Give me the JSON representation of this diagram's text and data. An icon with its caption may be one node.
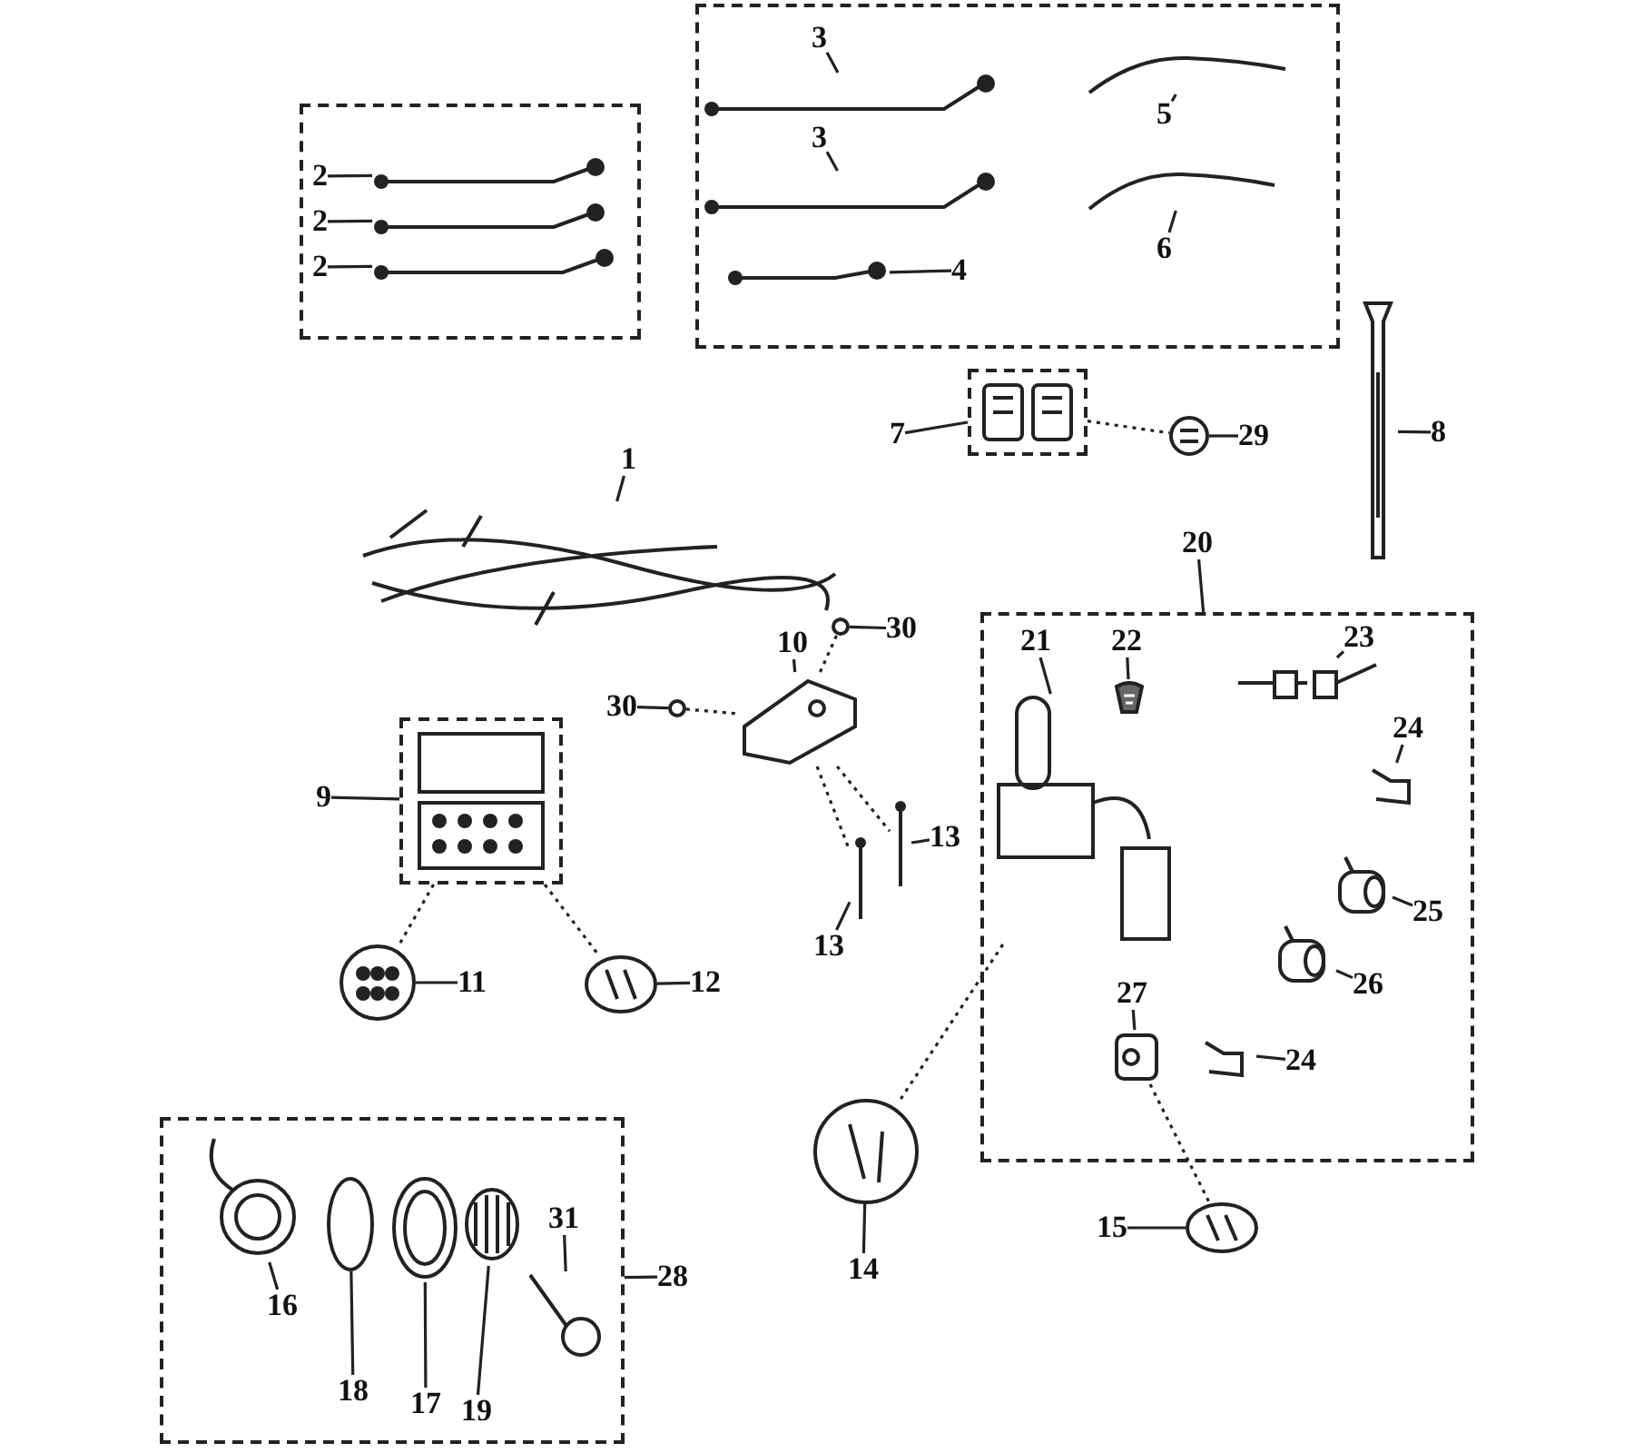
{
  "diagram": {
    "nodes": [
      {
        "text": [],
        "shape": "box"
      },
      {
        "text": [],
        "shape": "box"
      },
      {
        "text": [
          "2"
        ],
        "in": 0
      },
      {
        "text": [],
        "shape": "picture",
        "in": 0
      },
      {
        "text": [
          "2"
        ],
        "in": 0
      },
      {
        "text": [],
        "shape": "picture",
        "in": 0
      },
      {
        "text": [
          "2"
        ],
        "in": 0
      },
      {
        "text": [],
        "shape": "picture",
        "in": 0
      },
      {
        "text": [
          "3"
        ],
        "in": 1
      },
      {
        "text": [],
        "shape": "picture",
        "in": 1
      },
      {
        "text": [
          "3"
        ],
        "in": 1
      },
      {
        "text": [],
        "shape": "picture",
        "in": 1
      },
      {
        "text": [
          "4"
        ],
        "in": 1
      },
      {
        "text": [],
        "shape": "picture",
        "in": 1
      },
      {
        "text": [
          "5"
        ],
        "in": 1
      },
      {
        "text": [],
        "shape": "picture",
        "in": 1
      },
      {
        "text": [
          "6"
        ],
        "in": 1
      },
      {
        "text": [],
        "shape": "picture",
        "in": 1
      },
      {
        "text": [],
        "shape": "box"
      },
      {
        "text": [
          "7"
        ]
      },
      {
        "text": [],
        "shape": "picture",
        "in": 18
      },
      {
        "text": [],
        "shape": "picture"
      },
      {
        "text": [
          "29"
        ]
      },
      {
        "text": [],
        "shape": "picture"
      },
      {
        "text": [
          "8"
        ]
      },
      {
        "text": [],
        "shape": "picture"
      },
      {
        "text": [
          "1"
        ]
      },
      {
        "text": [
          "10"
        ]
      },
      {
        "text": [],
        "shape": "picture"
      },
      {
        "text": [
          "30"
        ]
      },
      {
        "text": [],
        "shape": "circle"
      },
      {
        "text": [
          "30"
        ]
      },
      {
        "text": [],
        "shape": "circle"
      },
      {
        "text": [],
        "shape": "picture"
      },
      {
        "text": [
          "13"
        ]
      },
      {
        "text": [],
        "shape": "picture"
      },
      {
        "text": [
          "13"
        ]
      },
      {
        "text": [],
        "shape": "box"
      },
      {
        "text": [
          "9"
        ]
      },
      {
        "text": [],
        "shape": "picture",
        "in": 37
      },
      {
        "text": [],
        "shape": "picture"
      },
      {
        "text": [
          "11"
        ]
      },
      {
        "text": [],
        "shape": "picture"
      },
      {
        "text": [
          "12"
        ]
      },
      {
        "text": [],
        "shape": "box"
      },
      {
        "text": [
          "20"
        ]
      },
      {
        "text": [],
        "shape": "picture",
        "in": 44
      },
      {
        "text": [
          "21"
        ],
        "in": 44
      },
      {
        "text": [],
        "shape": "picture",
        "in": 44
      },
      {
        "text": [
          "22"
        ],
        "in": 44
      },
      {
        "text": [],
        "shape": "picture",
        "in": 44
      },
      {
        "text": [
          "23"
        ],
        "in": 44
      },
      {
        "text": [],
        "shape": "picture",
        "in": 44
      },
      {
        "text": [
          "24"
        ],
        "in": 44
      },
      {
        "text": [],
        "shape": "picture",
        "in": 44
      },
      {
        "text": [
          "25"
        ],
        "in": 44
      },
      {
        "text": [],
        "shape": "picture",
        "in": 44
      },
      {
        "text": [
          "26"
        ],
        "in": 44
      },
      {
        "text": [],
        "shape": "picture",
        "in": 44
      },
      {
        "text": [
          "27"
        ],
        "in": 44
      },
      {
        "text": [],
        "shape": "picture",
        "in": 44
      },
      {
        "text": [
          "24"
        ],
        "in": 44
      },
      {
        "text": [],
        "shape": "picture"
      },
      {
        "text": [
          "14"
        ]
      },
      {
        "text": [],
        "shape": "picture"
      },
      {
        "text": [
          "15"
        ]
      },
      {
        "text": [],
        "shape": "box"
      },
      {
        "text": [
          "28"
        ]
      },
      {
        "text": [],
        "shape": "picture",
        "in": 66
      },
      {
        "text": [
          "16"
        ],
        "in": 66
      },
      {
        "text": [],
        "shape": "circle",
        "in": 66
      },
      {
        "text": [
          "18"
        ],
        "in": 66
      },
      {
        "text": [],
        "shape": "picture",
        "in": 66
      },
      {
        "text": [
          "17"
        ],
        "in": 66
      },
      {
        "text": [],
        "shape": "picture",
        "in": 66
      },
      {
        "text": [
          "19"
        ],
        "in": 66
      },
      {
        "text": [],
        "shape": "picture",
        "in": 66
      },
      {
        "text": [
          "31"
        ],
        "in": 66
      }
    ],
    "edges": [
      {
        "from": 2,
        "to": 3,
        "arrow": "none"
      },
      {
        "from": 4,
        "to": 5,
        "arrow": "none"
      },
      {
        "from": 6,
        "to": 7,
        "arrow": "none"
      },
      {
        "from": 8,
        "to": 9,
        "arrow": "none"
      },
      {
        "from": 10,
        "to": 11,
        "arrow": "none"
      },
      {
        "from": 12,
        "to": 13,
        "arrow": "none"
      },
      {
        "from": 14,
        "to": 15,
        "arrow": "none"
      },
      {
        "from": 16,
        "to": 17,
        "arrow": "none"
      },
      {
        "from": 19,
        "to": 18,
        "arrow": "none"
      },
      {
        "from": 18,
        "to": 21,
        "arrow": "none",
        "style": "dashed"
      },
      {
        "from": 22,
        "to": 21,
        "arrow": "none"
      },
      {
        "from": 24,
        "to": 23,
        "arrow": "none"
      },
      {
        "from": 26,
        "to": 25,
        "arrow": "none"
      },
      {
        "from": 27,
        "to": 28,
        "arrow": "none"
      },
      {
        "from": 29,
        "to": 30,
        "arrow": "none"
      },
      {
        "from": 30,
        "to": 28,
        "arrow": "none",
        "style": "dashed"
      },
      {
        "from": 31,
        "to": 32,
        "arrow": "none"
      },
      {
        "from": 32,
        "to": 28,
        "arrow": "none",
        "style": "dashed"
      },
      {
        "from": 28,
        "to": 33,
        "arrow": "none",
        "style": "dashed"
      },
      {
        "from": 28,
        "to": 35,
        "arrow": "none",
        "style": "dashed"
      },
      {
        "from": 34,
        "to": 33,
        "arrow": "none"
      },
      {
        "from": 36,
        "to": 35,
        "arrow": "none"
      },
      {
        "from": 38,
        "to": 37,
        "arrow": "none"
      },
      {
        "from": 37,
        "to": 40,
        "arrow": "none",
        "style": "dashed"
      },
      {
        "from": 37,
        "to": 42,
        "arrow": "none",
        "style": "dashed"
      },
      {
        "from": 41,
        "to": 40,
        "arrow": "none"
      },
      {
        "from": 43,
        "to": 42,
        "arrow": "none"
      },
      {
        "from": 45,
        "to": 44,
        "arrow": "none"
      },
      {
        "from": 47,
        "to": 46,
        "arrow": "none"
      },
      {
        "from": 49,
        "to": 48,
        "arrow": "none"
      },
      {
        "from": 51,
        "to": 50,
        "arrow": "none"
      },
      {
        "from": 53,
        "to": 52,
        "arrow": "none"
      },
      {
        "from": 55,
        "to": 54,
        "arrow": "none"
      },
      {
        "from": 57,
        "to": 56,
        "arrow": "none"
      },
      {
        "from": 59,
        "to": 58,
        "arrow": "none"
      },
      {
        "from": 61,
        "to": 60,
        "arrow": "none"
      },
      {
        "from": 46,
        "to": 62,
        "arrow": "none",
        "style": "dashed"
      },
      {
        "from": 63,
        "to": 62,
        "arrow": "none"
      },
      {
        "from": 58,
        "to": 64,
        "arrow": "none",
        "style": "dashed"
      },
      {
        "from": 65,
        "to": 64,
        "arrow": "none"
      },
      {
        "from": 67,
        "to": 66,
        "arrow": "none"
      },
      {
        "from": 69,
        "to": 68,
        "arrow": "none"
      },
      {
        "from": 71,
        "to": 70,
        "arrow": "none"
      },
      {
        "from": 73,
        "to": 72,
        "arrow": "none"
      },
      {
        "from": 75,
        "to": 74,
        "arrow": "none"
      },
      {
        "from": 77,
        "to": 76,
        "arrow": "none"
      }
    ]
  }
}
